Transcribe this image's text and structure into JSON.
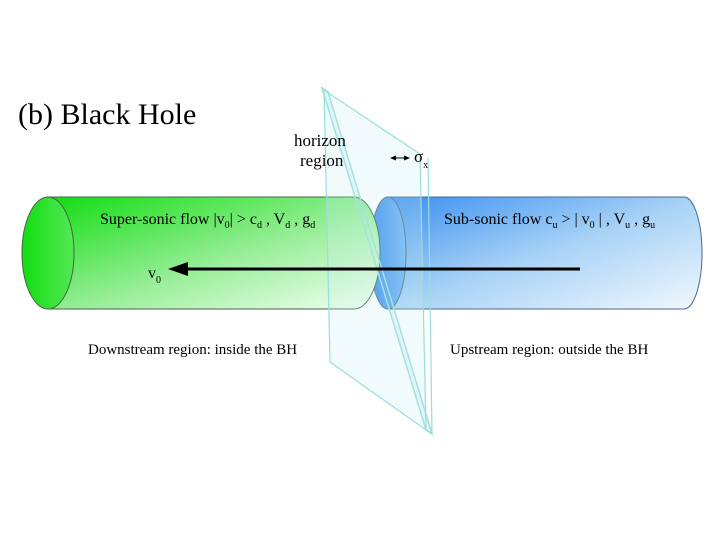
{
  "title": "(b)  Black Hole",
  "horizon": {
    "line1": "horizon",
    "line2": "region"
  },
  "sigma": {
    "symbol": "σ",
    "sub": "x"
  },
  "downstream": {
    "flow": {
      "a": "Super-sonic flow |v",
      "a_sub": "0",
      "b": "| > c",
      "b_sub": "d",
      "c": " ,  V",
      "c_sub": "d",
      "d": " ,  g",
      "d_sub": "d"
    },
    "region_label": "Downstream region: inside the BH",
    "velocity": {
      "symbol": "v",
      "sub": "0"
    }
  },
  "upstream": {
    "flow": {
      "a": "Sub-sonic flow c",
      "a_sub": "u",
      "b": " > | v",
      "b_sub": "0",
      "c": " | ,  V",
      "c_sub": "u",
      "d": " , g",
      "d_sub": "u"
    },
    "region_label": "Upstream region: outside the BH"
  },
  "colors": {
    "green": "#22dd22",
    "blue": "#3399ff",
    "plane": "#99dddd",
    "arrow": "#000000"
  }
}
